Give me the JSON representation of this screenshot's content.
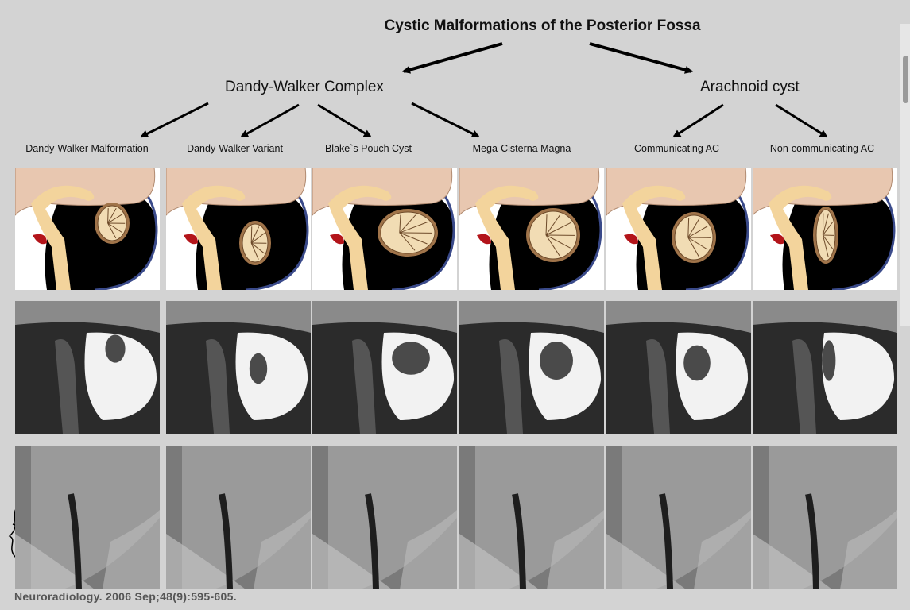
{
  "title": "Cystic Malformations of the Posterior Fossa",
  "groups": {
    "dandy_walker": "Dandy-Walker Complex",
    "arachnoid": "Arachnoid cyst"
  },
  "columns": [
    {
      "label": "Dandy-Walker Malformation"
    },
    {
      "label": "Dandy-Walker  Variant"
    },
    {
      "label": "Blake`s Pouch Cyst"
    },
    {
      "label": "Mega-Cisterna Magna"
    },
    {
      "label": "Communicating AC"
    },
    {
      "label": "Non-communicating AC"
    }
  ],
  "citation": "Neuroradiology. 2006 Sep;48(9):595-605.",
  "colors": {
    "background": "#d3d3d3",
    "brain": "#e8c7b0",
    "brainstem": "#f3d49c",
    "csf": "#000000",
    "cerebellum": "#a0744a",
    "ventricle_red": "#b3141a",
    "outline_blue": "#3a4a8a"
  }
}
